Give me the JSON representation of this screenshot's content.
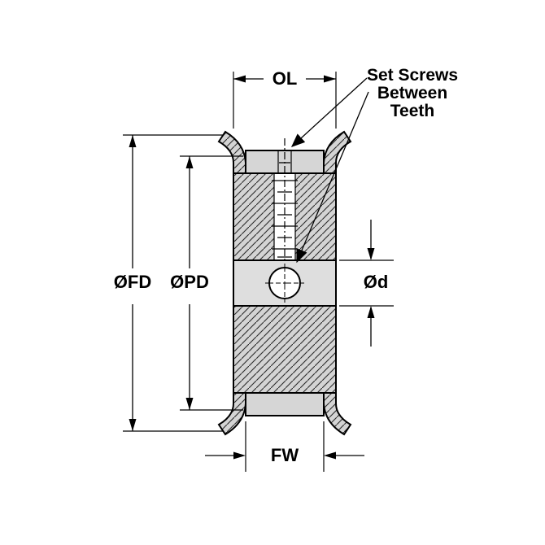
{
  "figure": {
    "type": "technical-drawing",
    "subject": "double-flange timing pulley cross-section",
    "colors": {
      "background": "#ffffff",
      "line": "#000000",
      "hatch_fill": "#d4d4d4",
      "hatch_stroke": "#2b2b2b",
      "band_fill": "#dedede",
      "bar_fill": "#d6d6d6",
      "bore_fill": "#ffffff"
    }
  },
  "labels": {
    "overall_length": "OL",
    "flange_diameter": "ØFD",
    "pitch_diameter": "ØPD",
    "bore_diameter": "Ød",
    "face_width": "FW"
  },
  "annotation": {
    "line1": "Set Screws",
    "line2": "Between",
    "line3": "Teeth"
  }
}
